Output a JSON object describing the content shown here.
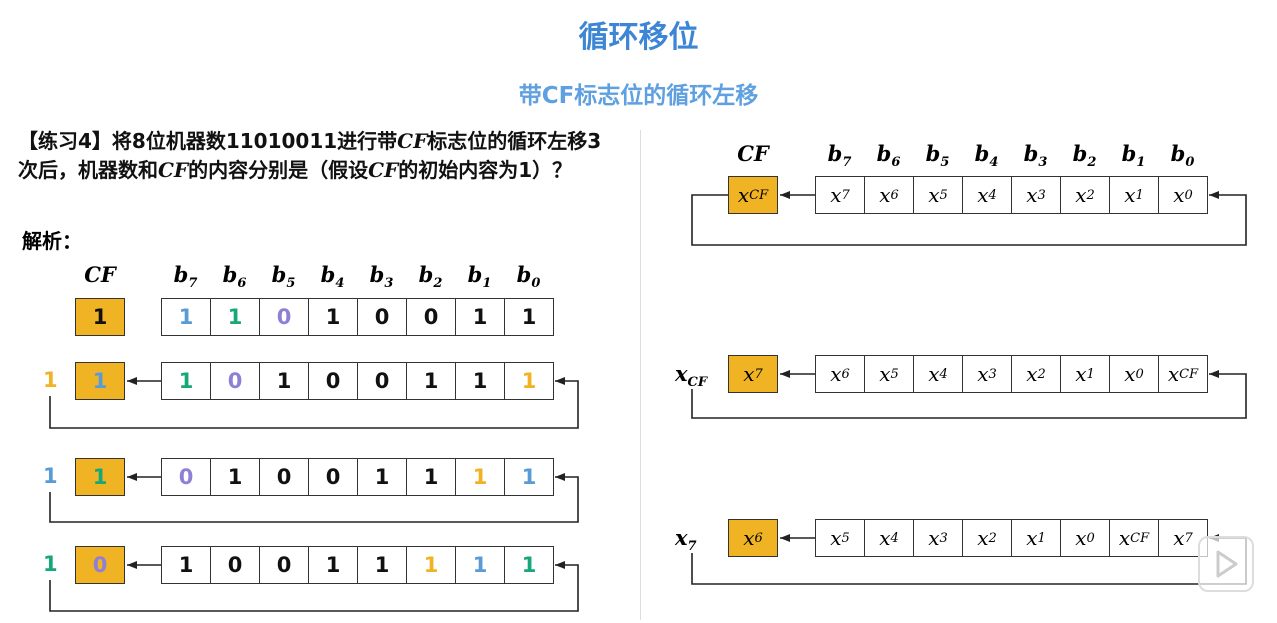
{
  "title": "循环移位",
  "subtitle": "带CF标志位的循环左移",
  "question": {
    "p1": "【练习4】将8位机器数11010011进行带",
    "cf1": "CF",
    "p2": "标志位的循环左移3次后，机器数和",
    "cf2": "CF",
    "p3": "的内容分别是（假设",
    "cf3": "CF",
    "p4": "的初始内容为1）？"
  },
  "analysis": "解析：",
  "colors": {
    "blue": "#5b9bd5",
    "green": "#16a77a",
    "purple": "#8f7fd6",
    "yellow": "#f0b323",
    "black": "#111111",
    "cf_box": "#f0b323",
    "title": "#3d86d6"
  },
  "left": {
    "cf_label": "CF",
    "bit_labels": [
      [
        "b",
        "7"
      ],
      [
        "b",
        "6"
      ],
      [
        "b",
        "5"
      ],
      [
        "b",
        "4"
      ],
      [
        "b",
        "3"
      ],
      [
        "b",
        "2"
      ],
      [
        "b",
        "1"
      ],
      [
        "b",
        "0"
      ]
    ],
    "rows": [
      {
        "outer": null,
        "cf": [
          "1",
          "black"
        ],
        "bits": [
          [
            "1",
            "blue"
          ],
          [
            "1",
            "green"
          ],
          [
            "0",
            "purple"
          ],
          [
            "1",
            "black"
          ],
          [
            "0",
            "black"
          ],
          [
            "0",
            "black"
          ],
          [
            "1",
            "black"
          ],
          [
            "1",
            "black"
          ]
        ]
      },
      {
        "outer": [
          "1",
          "yellow"
        ],
        "cf": [
          "1",
          "blue"
        ],
        "bits": [
          [
            "1",
            "green"
          ],
          [
            "0",
            "purple"
          ],
          [
            "1",
            "black"
          ],
          [
            "0",
            "black"
          ],
          [
            "0",
            "black"
          ],
          [
            "1",
            "black"
          ],
          [
            "1",
            "black"
          ],
          [
            "1",
            "yellow"
          ]
        ]
      },
      {
        "outer": [
          "1",
          "blue"
        ],
        "cf": [
          "1",
          "green"
        ],
        "bits": [
          [
            "0",
            "purple"
          ],
          [
            "1",
            "black"
          ],
          [
            "0",
            "black"
          ],
          [
            "0",
            "black"
          ],
          [
            "1",
            "black"
          ],
          [
            "1",
            "black"
          ],
          [
            "1",
            "yellow"
          ],
          [
            "1",
            "blue"
          ]
        ]
      },
      {
        "outer": [
          "1",
          "green"
        ],
        "cf": [
          "0",
          "purple"
        ],
        "bits": [
          [
            "1",
            "black"
          ],
          [
            "0",
            "black"
          ],
          [
            "0",
            "black"
          ],
          [
            "1",
            "black"
          ],
          [
            "1",
            "black"
          ],
          [
            "1",
            "yellow"
          ],
          [
            "1",
            "blue"
          ],
          [
            "1",
            "green"
          ]
        ]
      }
    ]
  },
  "right": {
    "cf_label": "CF",
    "bit_labels": [
      [
        "b",
        "7"
      ],
      [
        "b",
        "6"
      ],
      [
        "b",
        "5"
      ],
      [
        "b",
        "4"
      ],
      [
        "b",
        "3"
      ],
      [
        "b",
        "2"
      ],
      [
        "b",
        "1"
      ],
      [
        "b",
        "0"
      ]
    ],
    "rows": [
      {
        "outer": null,
        "cf": [
          "x",
          "CF"
        ],
        "bits": [
          [
            "x",
            "7"
          ],
          [
            "x",
            "6"
          ],
          [
            "x",
            "5"
          ],
          [
            "x",
            "4"
          ],
          [
            "x",
            "3"
          ],
          [
            "x",
            "2"
          ],
          [
            "x",
            "1"
          ],
          [
            "x",
            "0"
          ]
        ]
      },
      {
        "outer": [
          "x",
          "CF"
        ],
        "cf": [
          "x",
          "7"
        ],
        "bits": [
          [
            "x",
            "6"
          ],
          [
            "x",
            "5"
          ],
          [
            "x",
            "4"
          ],
          [
            "x",
            "3"
          ],
          [
            "x",
            "2"
          ],
          [
            "x",
            "1"
          ],
          [
            "x",
            "0"
          ],
          [
            "x",
            "CF"
          ]
        ]
      },
      {
        "outer": [
          "x",
          "7"
        ],
        "cf": [
          "x",
          "6"
        ],
        "bits": [
          [
            "x",
            "5"
          ],
          [
            "x",
            "4"
          ],
          [
            "x",
            "3"
          ],
          [
            "x",
            "2"
          ],
          [
            "x",
            "1"
          ],
          [
            "x",
            "0"
          ],
          [
            "x",
            "CF"
          ],
          [
            "x",
            "7"
          ]
        ]
      }
    ]
  }
}
